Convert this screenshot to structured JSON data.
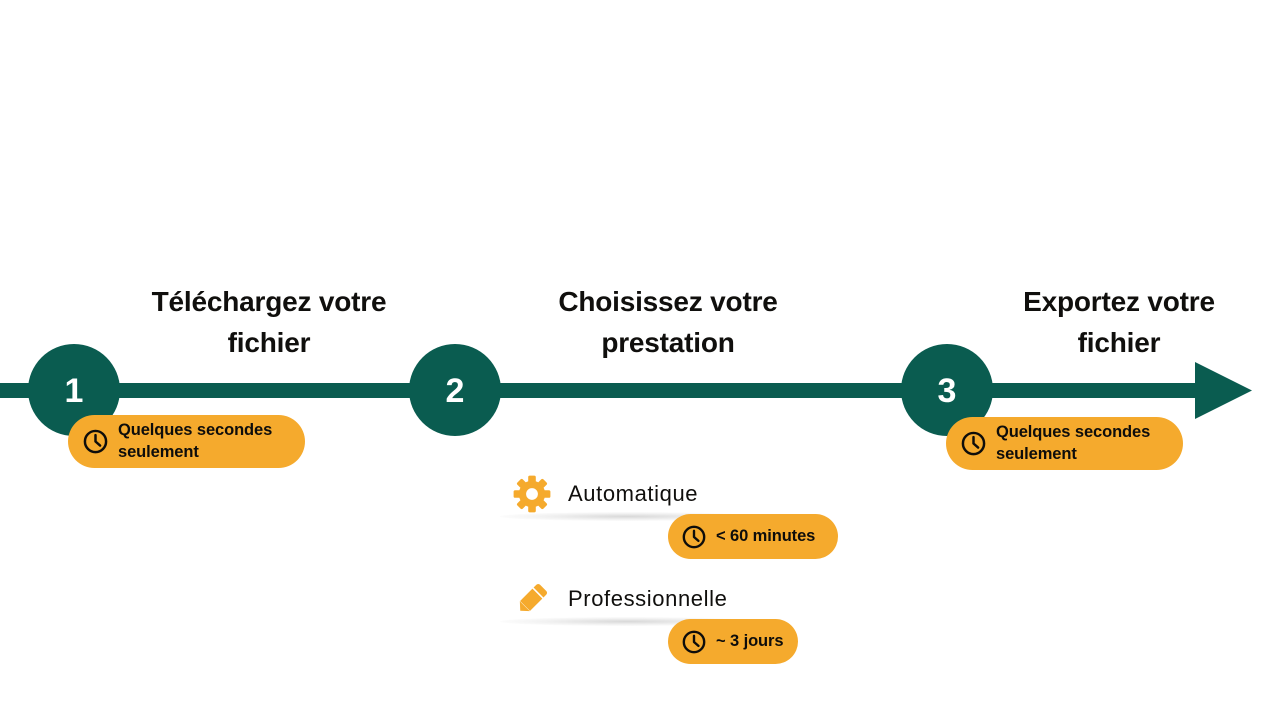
{
  "theme": {
    "background": "#FFFFFF",
    "timeline_color": "#0A5C50",
    "badge_color": "#F5AA2D",
    "text_color": "#100F0D",
    "number_color": "#FFFFFF"
  },
  "timeline": {
    "orientation": "horizontal",
    "arrow_direction": "right",
    "steps": [
      {
        "number": "1",
        "title": "Téléchargez votre\nfichier",
        "badge": {
          "icon": "clock-icon",
          "text": "Quelques secondes\nseulement"
        }
      },
      {
        "number": "2",
        "title": "Choisissez votre\nprestation",
        "options": [
          {
            "icon": "gear-icon",
            "label": "Automatique",
            "badge": {
              "icon": "clock-icon",
              "text": "< 60 minutes"
            }
          },
          {
            "icon": "pencil-icon",
            "label": "Professionnelle",
            "badge": {
              "icon": "clock-icon",
              "text": "~ 3 jours"
            }
          }
        ]
      },
      {
        "number": "3",
        "title": "Exportez votre\nfichier",
        "badge": {
          "icon": "clock-icon",
          "text": "Quelques secondes\nseulement"
        }
      }
    ]
  }
}
